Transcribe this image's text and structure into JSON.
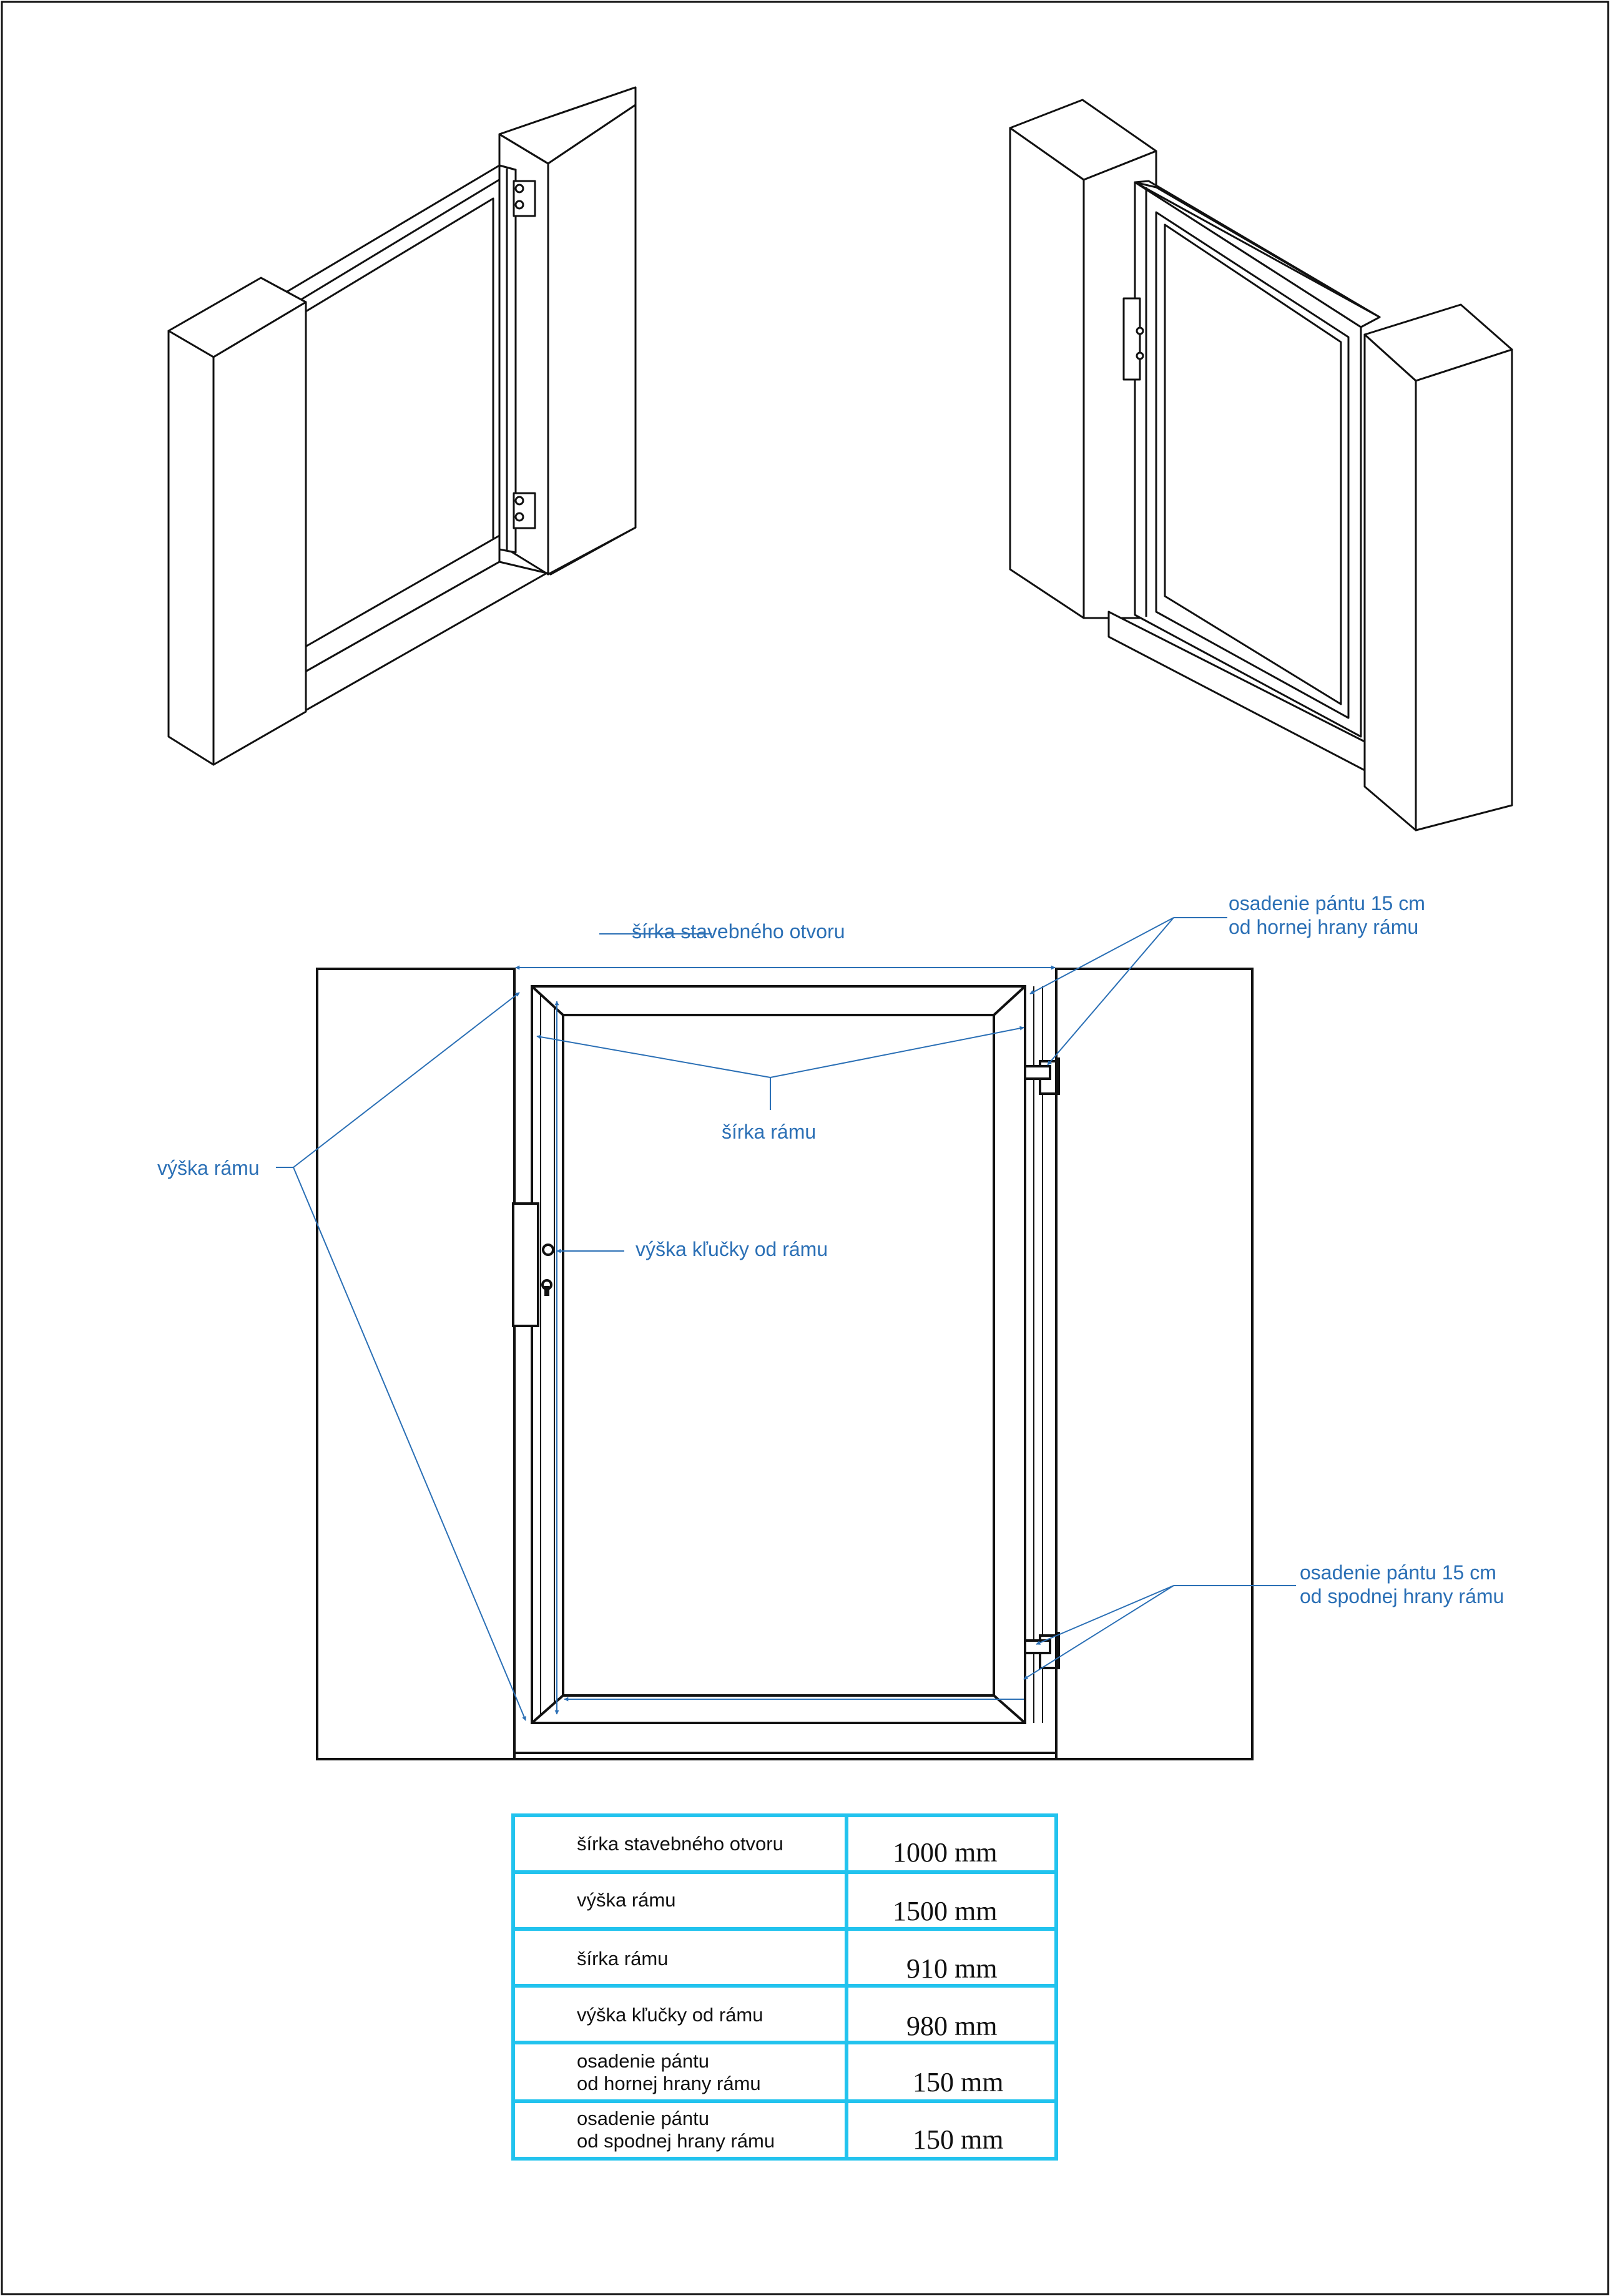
{
  "labels": {
    "opening_width": "šírka stavebného otvoru",
    "hinge_top_line1": "osadenie pántu 15 cm",
    "hinge_top_line2": "od hornej hrany rámu",
    "frame_width": "šírka rámu",
    "frame_height": "výška rámu",
    "handle_height": "výška kľučky od rámu",
    "hinge_bottom_line1": "osadenie pántu 15 cm",
    "hinge_bottom_line2": "od spodnej hrany rámu"
  },
  "table": {
    "rows": [
      {
        "label_lines": [
          "šírka stavebného otvoru"
        ],
        "value": "1000 mm"
      },
      {
        "label_lines": [
          "výška rámu"
        ],
        "value": "1500 mm"
      },
      {
        "label_lines": [
          "šírka rámu"
        ],
        "value": "910 mm"
      },
      {
        "label_lines": [
          "výška kľučky od rámu"
        ],
        "value": "980 mm"
      },
      {
        "label_lines": [
          "osadenie pántu",
          "od hornej hrany rámu"
        ],
        "value": "150 mm"
      },
      {
        "label_lines": [
          "osadenie pántu",
          "od spodnej hrany rámu"
        ],
        "value": "150 mm"
      }
    ]
  },
  "colors": {
    "annotation": "#2a6fb5",
    "table_border": "#22c3ee",
    "drawing": "#111111"
  }
}
